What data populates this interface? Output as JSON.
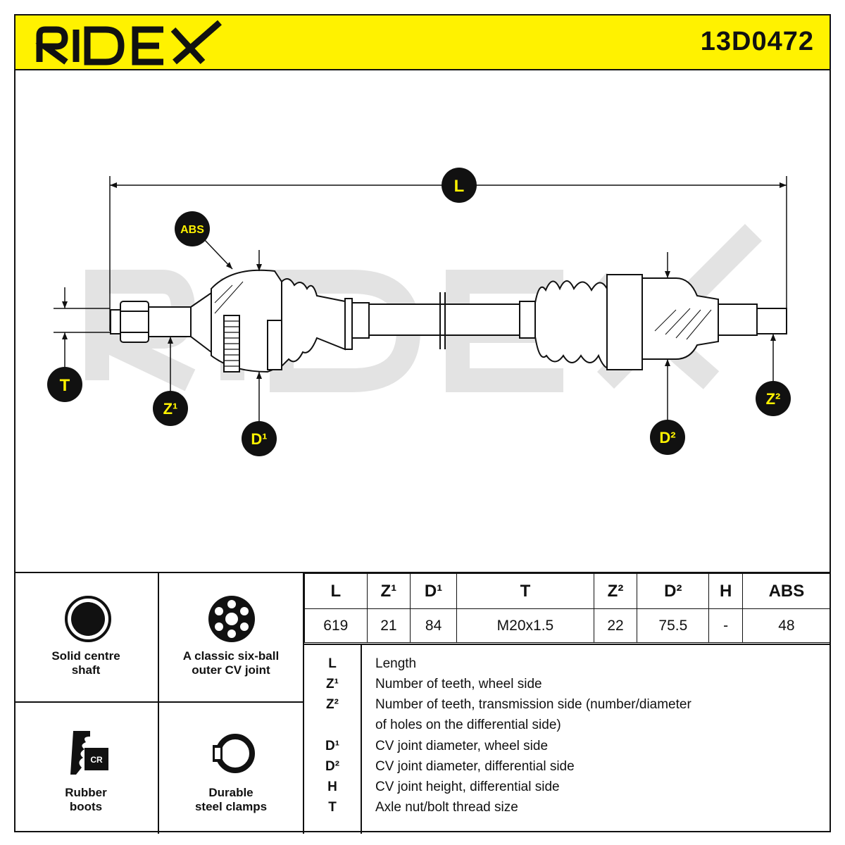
{
  "header": {
    "brand": "RIDEX",
    "part_number": "13D0472",
    "background_color": "#fff200"
  },
  "drawing": {
    "watermark": "RIDEX",
    "labels": {
      "L": "L",
      "ABS": "ABS",
      "T": "T",
      "Z1": "Z¹",
      "D1": "D¹",
      "D2": "D²",
      "Z2": "Z²"
    }
  },
  "features": [
    {
      "icon": "solid-shaft-icon",
      "label": "Solid centre\nshaft"
    },
    {
      "icon": "six-ball-joint-icon",
      "label": "A classic six-ball\nouter CV joint"
    },
    {
      "icon": "rubber-boot-cr-icon",
      "label": "Rubber\nboots"
    },
    {
      "icon": "steel-clamp-icon",
      "label": "Durable\nsteel clamps"
    }
  ],
  "specs": {
    "headers": [
      "L",
      "Z¹",
      "D¹",
      "T",
      "Z²",
      "D²",
      "H",
      "ABS"
    ],
    "values": [
      "619",
      "21",
      "84",
      "M20x1.5",
      "22",
      "75.5",
      "-",
      "48"
    ]
  },
  "legend": [
    {
      "key": "L",
      "text": "Length"
    },
    {
      "key": "Z¹",
      "text": "Number of teeth, wheel side"
    },
    {
      "key": "Z²",
      "text": "Number of teeth, transmission side (number/diameter"
    },
    {
      "key": "",
      "text": "of holes on the differential side)"
    },
    {
      "key": "D¹",
      "text": "CV joint diameter, wheel side"
    },
    {
      "key": "D²",
      "text": "CV joint diameter, differential side"
    },
    {
      "key": "H",
      "text": "CV joint height, differential side"
    },
    {
      "key": "T",
      "text": "Axle nut/bolt thread size"
    }
  ]
}
